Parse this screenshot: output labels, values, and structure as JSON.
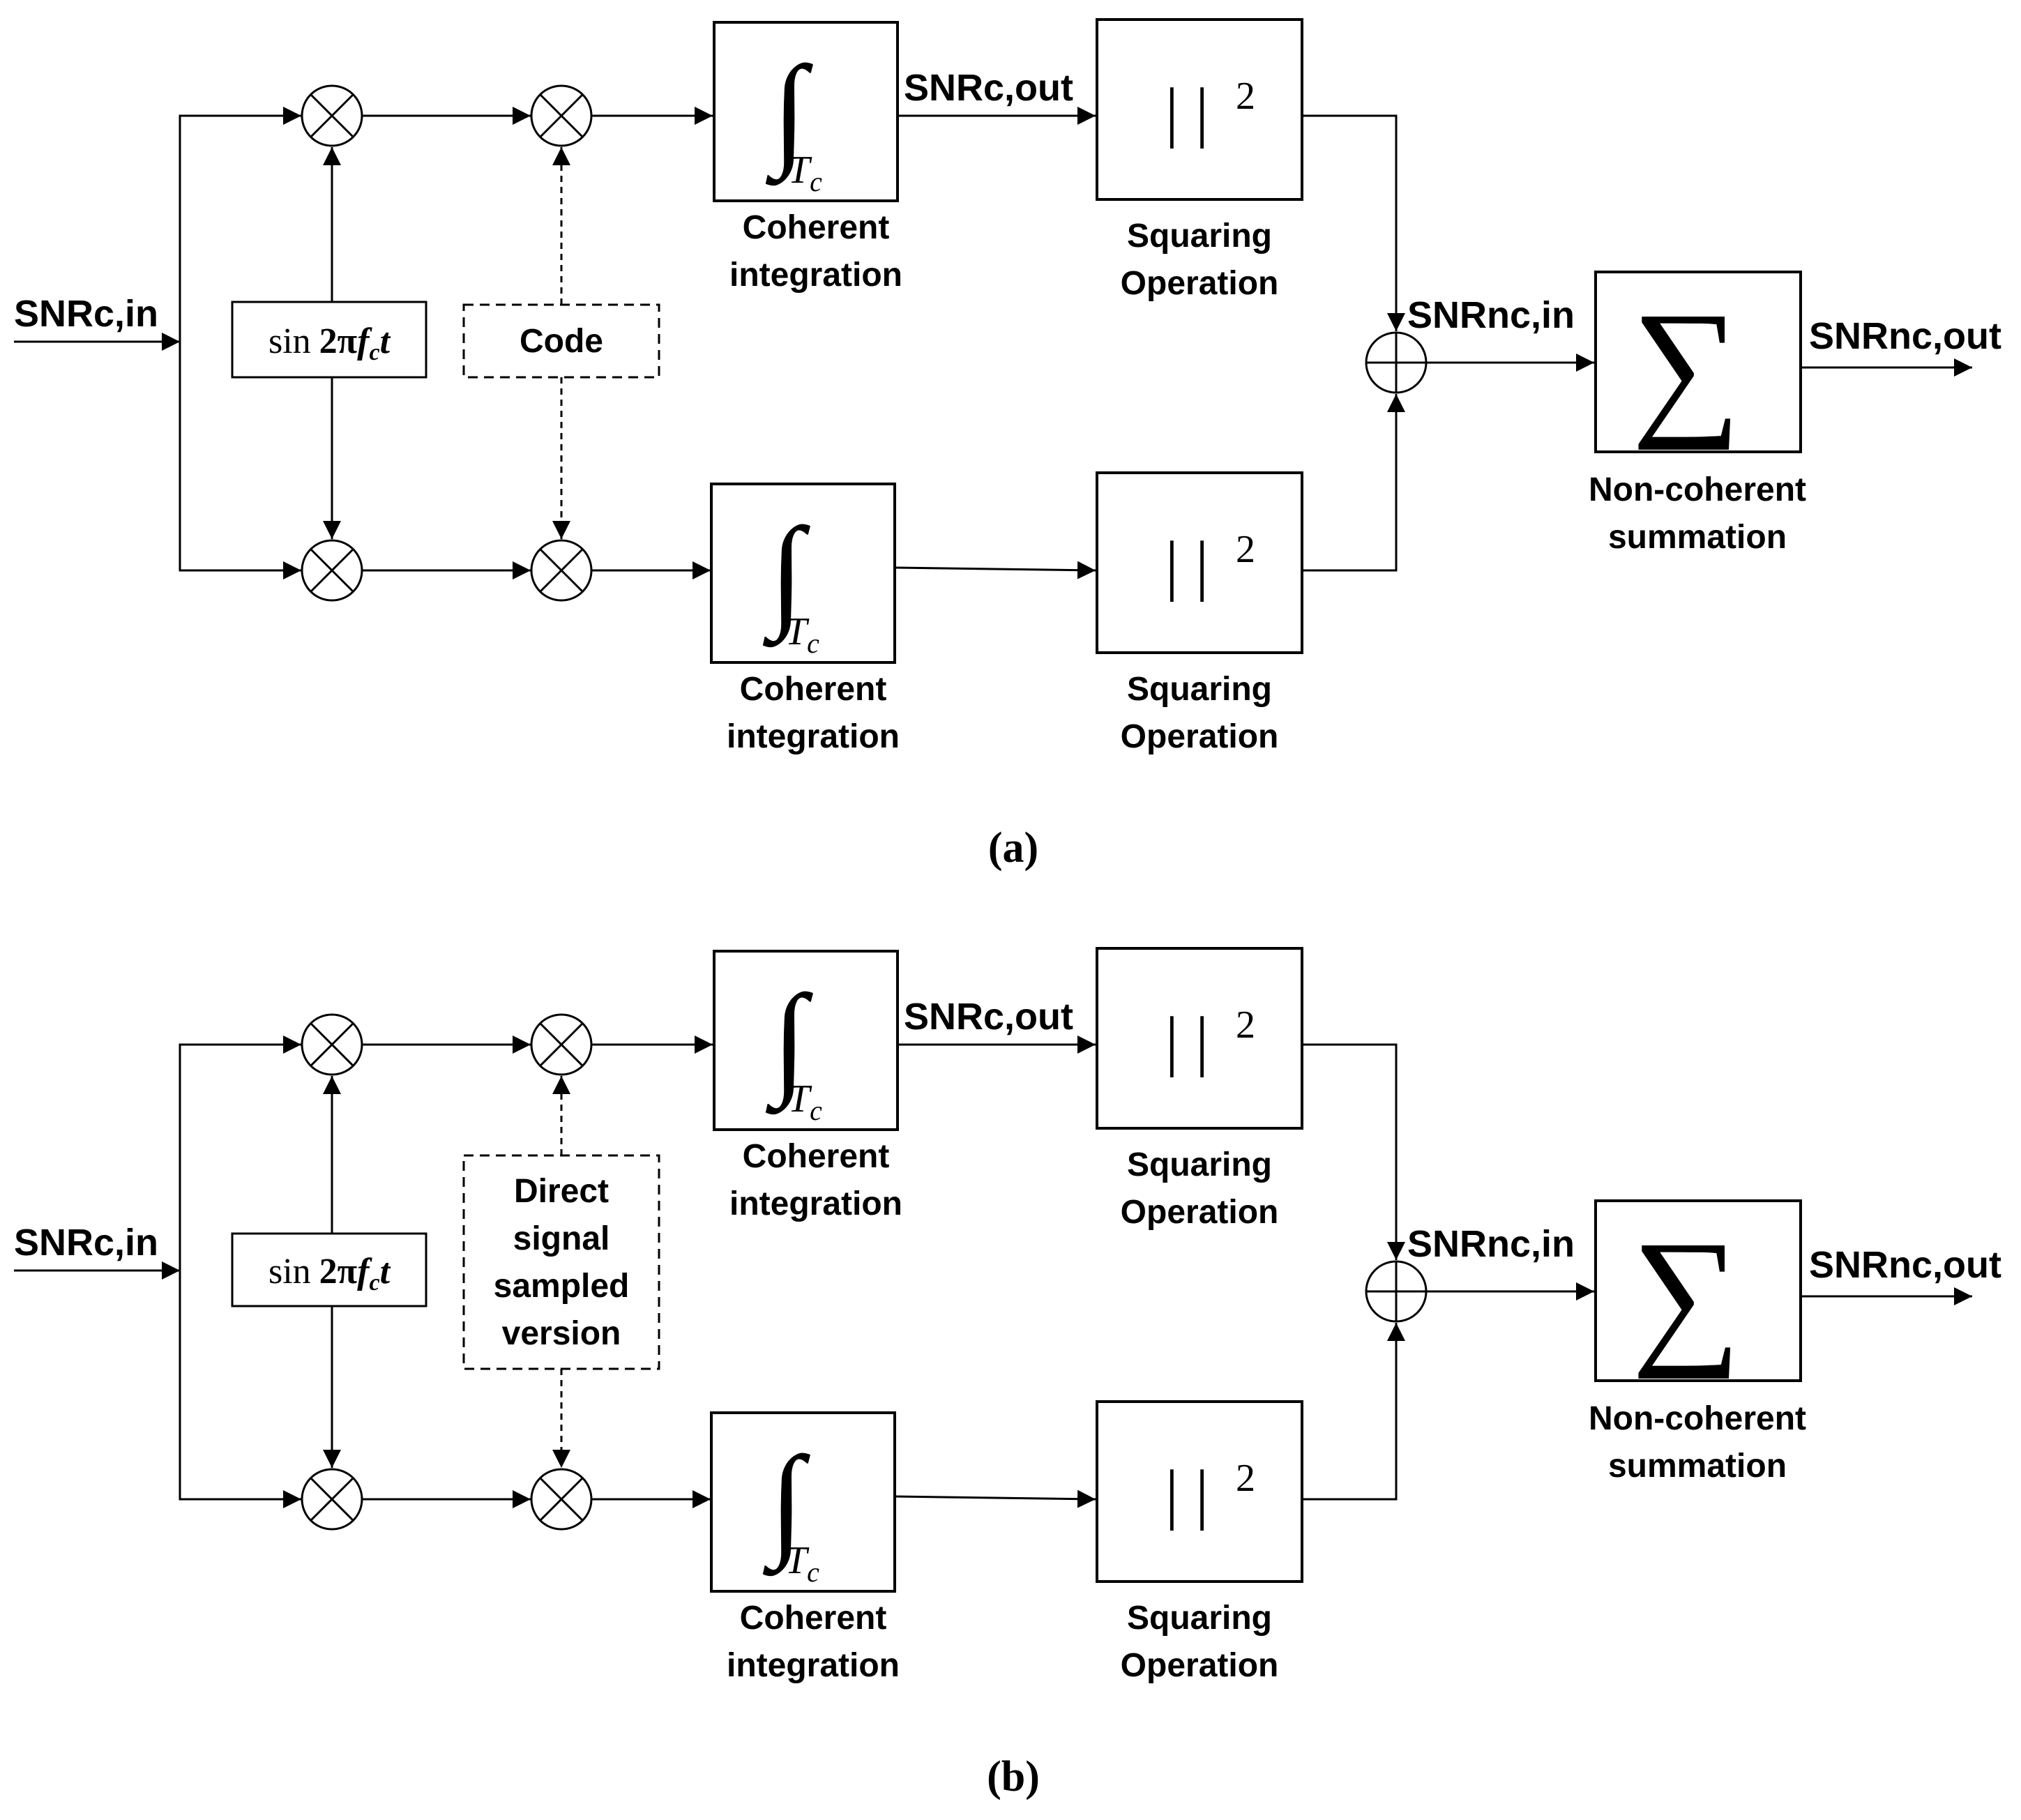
{
  "panels": [
    {
      "id": "a",
      "caption": "(a)",
      "input_label": "SNRc,in",
      "carrier": {
        "prefix": "sin",
        "expr": "2π",
        "f": "f",
        "sub": "c",
        "t": "t"
      },
      "reference_box": {
        "lines": [
          "Code"
        ]
      },
      "integrator": {
        "symbol": "∫",
        "sub_T": "T",
        "sub_c": "c"
      },
      "coherent_output_label": "SNRc,out",
      "squarer": {
        "bars": "|   |",
        "exp": "2"
      },
      "coherent_label": [
        "Coherent",
        "integration"
      ],
      "squaring_label": [
        "Squaring",
        "Operation"
      ],
      "noncoherent_input_label": "SNRnc,in",
      "summation": {
        "symbol": "∑"
      },
      "noncoherent_label": [
        "Non-coherent",
        "summation"
      ],
      "output_label": "SNRnc,out"
    },
    {
      "id": "b",
      "caption": "(b)",
      "input_label": "SNRc,in",
      "carrier": {
        "prefix": "sin",
        "expr": "2π",
        "f": "f",
        "sub": "c",
        "t": "t"
      },
      "reference_box": {
        "lines": [
          "Direct",
          "signal",
          "sampled",
          "version"
        ]
      },
      "integrator": {
        "symbol": "∫",
        "sub_T": "T",
        "sub_c": "c"
      },
      "coherent_output_label": "SNRc,out",
      "squarer": {
        "bars": "|   |",
        "exp": "2"
      },
      "coherent_label": [
        "Coherent",
        "integration"
      ],
      "squaring_label": [
        "Squaring",
        "Operation"
      ],
      "noncoherent_input_label": "SNRnc,in",
      "summation": {
        "symbol": "∑"
      },
      "noncoherent_label": [
        "Non-coherent",
        "summation"
      ],
      "output_label": "SNRnc,out"
    }
  ]
}
